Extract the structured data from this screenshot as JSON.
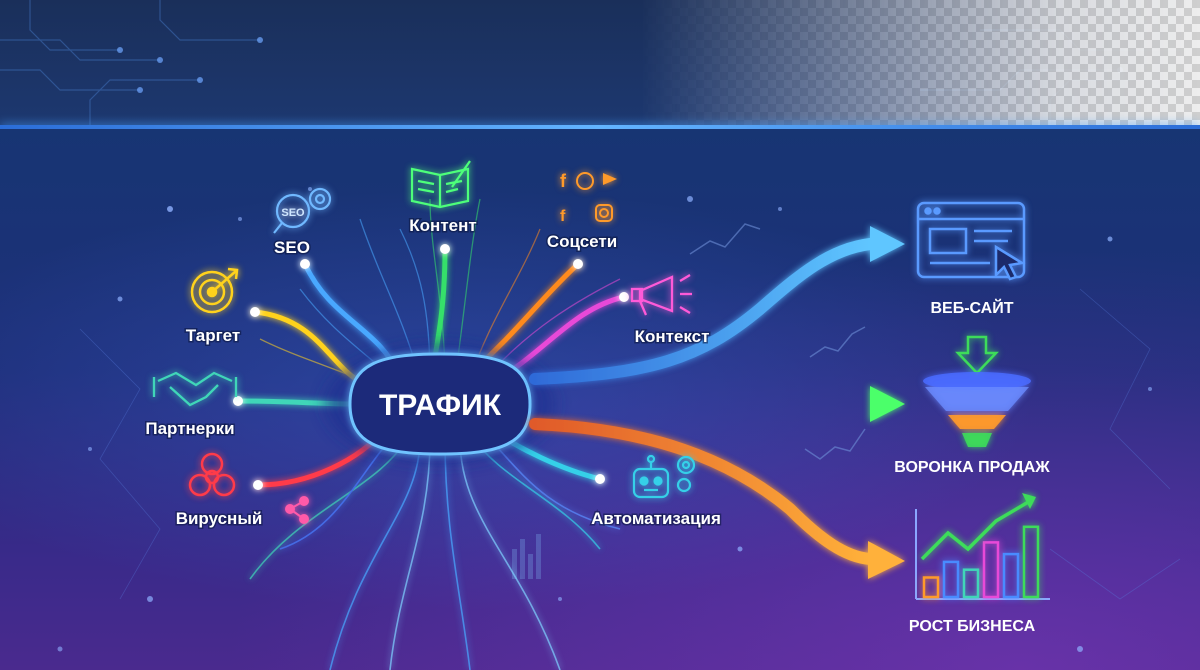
{
  "center": {
    "label": "ТРАФИК"
  },
  "sources": [
    {
      "id": "seo",
      "label": "SEO",
      "icon": "seo-magnifier-gear-icon",
      "color": "#4aa8ff"
    },
    {
      "id": "content",
      "label": "Контент",
      "icon": "open-book-pen-icon",
      "color": "#36e06a"
    },
    {
      "id": "social",
      "label": "Соцсети",
      "icon": "social-media-icons",
      "color": "#ff8a1e"
    },
    {
      "id": "target",
      "label": "Таргет",
      "icon": "target-arrow-icon",
      "color": "#ffd21f"
    },
    {
      "id": "context",
      "label": "Контекст",
      "icon": "megaphone-icon",
      "color": "#e84ad8"
    },
    {
      "id": "partners",
      "label": "Партнерки",
      "icon": "handshake-icon",
      "color": "#3fd6b8"
    },
    {
      "id": "viral",
      "label": "Вирусный",
      "icon": "biohazard-share-icon",
      "color": "#ff3b4a"
    },
    {
      "id": "automation",
      "label": "Автоматизация",
      "icon": "robot-gears-icon",
      "color": "#35d0e8"
    }
  ],
  "outcomes": [
    {
      "id": "website",
      "label": "ВЕБ-САЙТ",
      "icon": "browser-window-cursor-icon",
      "color": "#4a8bff"
    },
    {
      "id": "funnel",
      "label": "ВОРОНКА ПРОДАЖ",
      "icon": "sales-funnel-icon",
      "color": "#3ddc5a"
    },
    {
      "id": "growth",
      "label": "РОСТ БИЗНЕСА",
      "icon": "bar-chart-growth-arrow-icon",
      "color": "#ff9a2a"
    }
  ],
  "growth_chart_bars": [
    0.25,
    0.45,
    0.35,
    0.7,
    0.55,
    0.9
  ]
}
